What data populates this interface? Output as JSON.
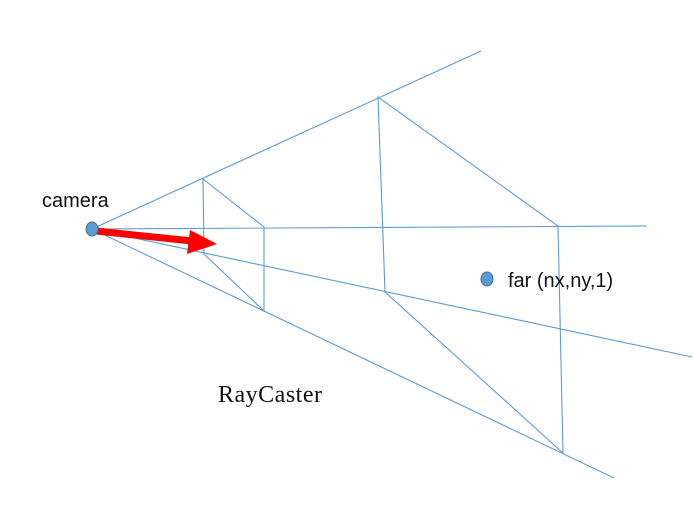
{
  "labels": {
    "camera": "camera",
    "far_point": "far (nx,ny,1)",
    "title": "RayCaster"
  },
  "colors": {
    "frustum_lines": "#5b9bd5",
    "point_fill": "#5b9bd5",
    "point_stroke": "#41719c",
    "ray_arrow": "#ff0000",
    "text": "#111111",
    "background": "#ffffff"
  }
}
